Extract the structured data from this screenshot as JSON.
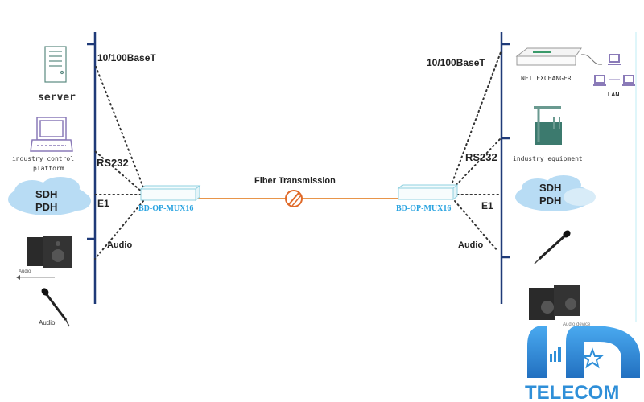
{
  "title": "Fiber Transmission",
  "colors": {
    "bus": "#1f3a78",
    "fiber": "#e8954a",
    "device_label": "#29a3e0",
    "logo": "#2f8fd8"
  },
  "left": {
    "device": "BD-OP-MUX16",
    "ports": [
      "10/100BaseT",
      "RS232",
      "E1",
      "Audio"
    ],
    "equipment": {
      "server": "server",
      "industry_line1": "industry control",
      "industry_line2": "platform",
      "sdh": "SDH",
      "pdh": "PDH",
      "speaker_audio": "Audio",
      "mic_audio": "Audio"
    }
  },
  "right": {
    "device": "BD-OP-MUX16",
    "ports": [
      "10/100BaseT",
      "RS232",
      "E1",
      "Audio"
    ],
    "equipment": {
      "net": "NET EXCHANGER",
      "lan": "LAN",
      "industry": "industry equipment",
      "sdh": "SDH",
      "pdh": "PDH",
      "audio_device": "Audio device"
    }
  },
  "logo": {
    "text": "TELECOM"
  }
}
